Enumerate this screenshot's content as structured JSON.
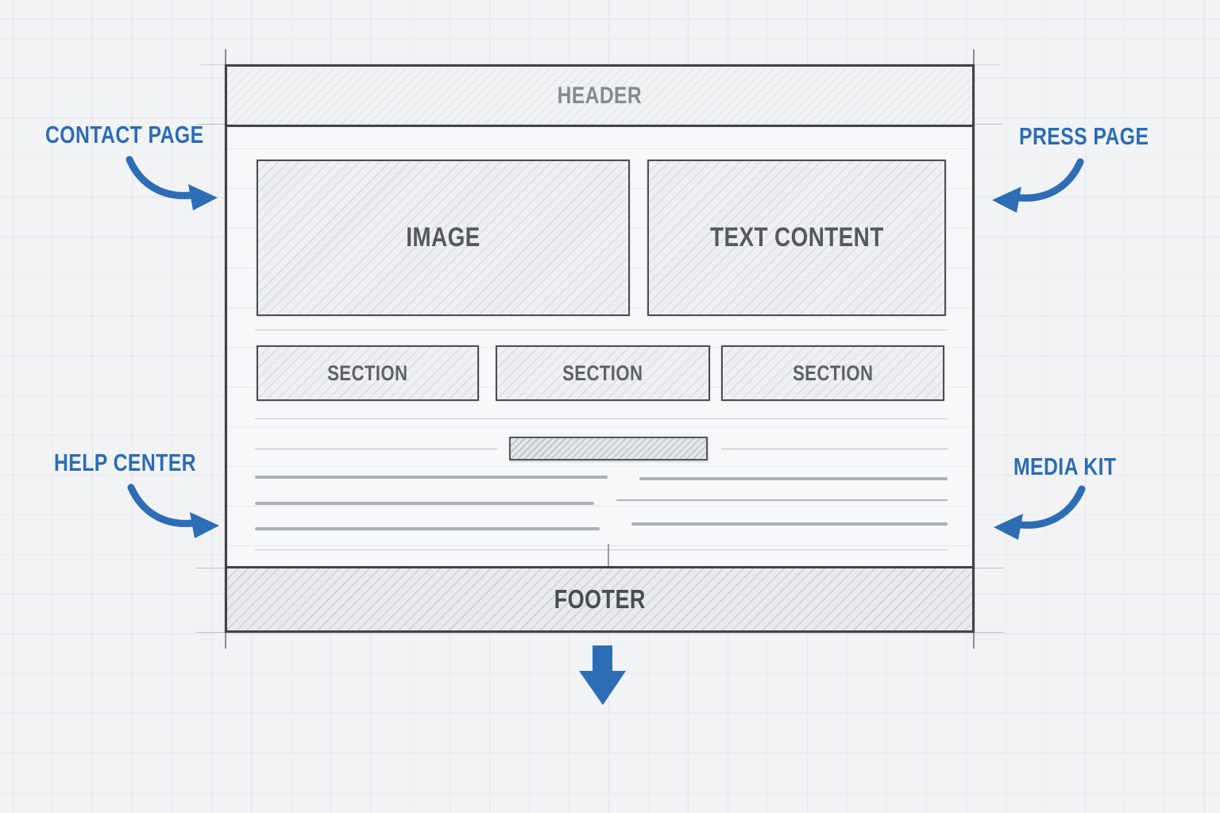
{
  "wireframe": {
    "header_label": "HEADER",
    "image_label": "IMAGE",
    "text_content_label": "TEXT CONTENT",
    "section_labels": [
      "SECTION",
      "SECTION",
      "SECTION"
    ],
    "footer_label": "FOOTER"
  },
  "annotations": {
    "contact": "CONTACT PAGE",
    "press": "PRESS PAGE",
    "help": "HELP CENTER",
    "media": "MEDIA KIT"
  },
  "icons": {
    "contact_arrow": "curved-arrow-down-right",
    "press_arrow": "curved-arrow-down-left",
    "help_arrow": "curved-arrow-down-right",
    "media_arrow": "curved-arrow-down-left",
    "flow_arrow": "arrow-down"
  },
  "colors": {
    "annotation_blue": "#2b6cb5",
    "sketch_stroke": "#3f444a",
    "box_fill": "#eef0f2",
    "paper": "#f2f3f5"
  }
}
